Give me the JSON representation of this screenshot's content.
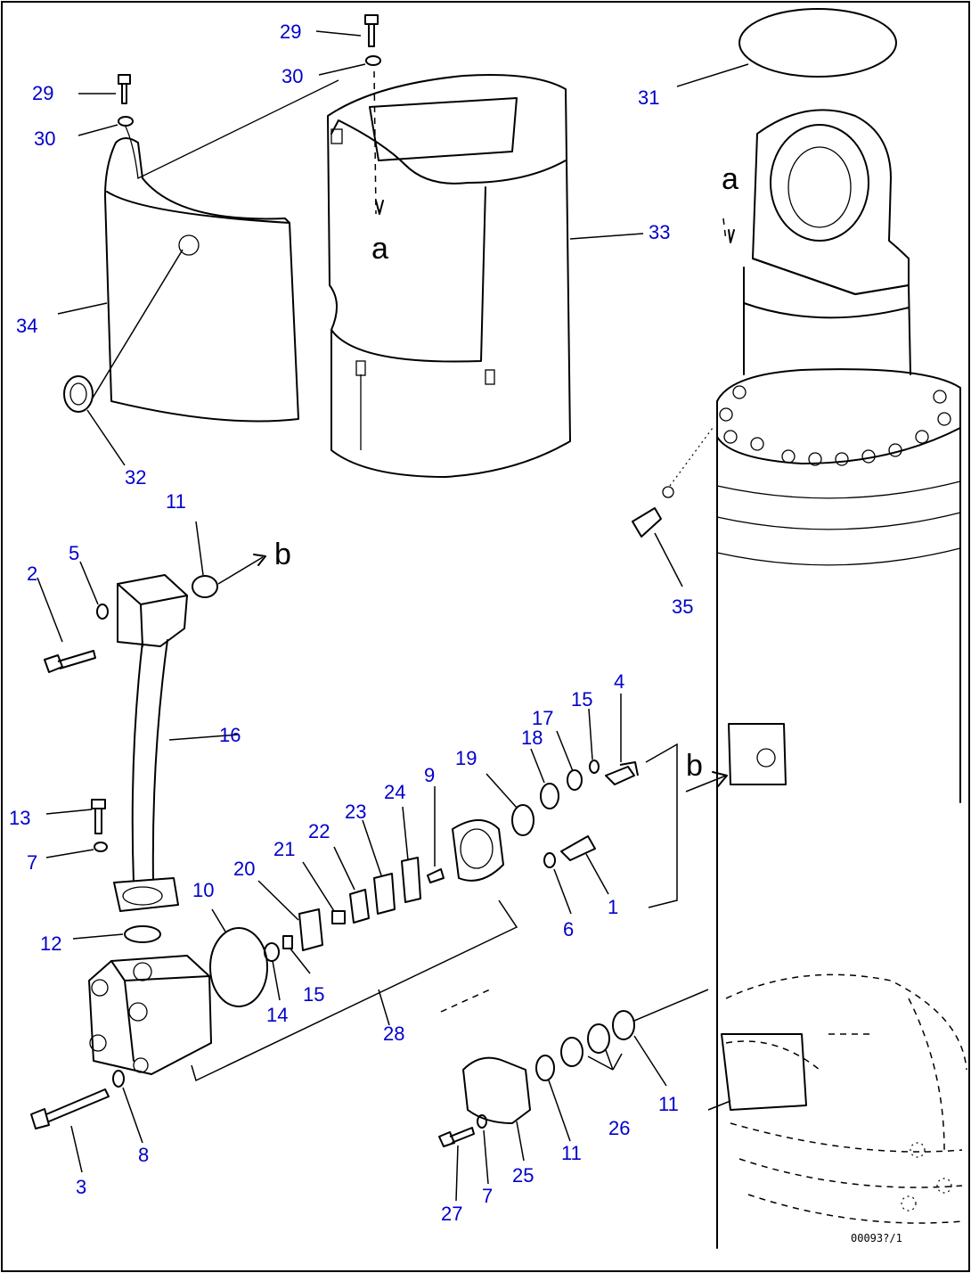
{
  "callouts": [
    "29",
    "30",
    "29",
    "30",
    "31",
    "33",
    "34",
    "32",
    "11",
    "2",
    "5",
    "16",
    "13",
    "7",
    "12",
    "10",
    "20",
    "21",
    "22",
    "23",
    "24",
    "9",
    "19",
    "18",
    "17",
    "15",
    "4",
    "1",
    "6",
    "14",
    "15",
    "28",
    "3",
    "8",
    "27",
    "7",
    "25",
    "11",
    "26",
    "11",
    "35"
  ],
  "view_letters": [
    "a",
    "a",
    "b",
    "b"
  ],
  "drawing_code": "00093?/1"
}
